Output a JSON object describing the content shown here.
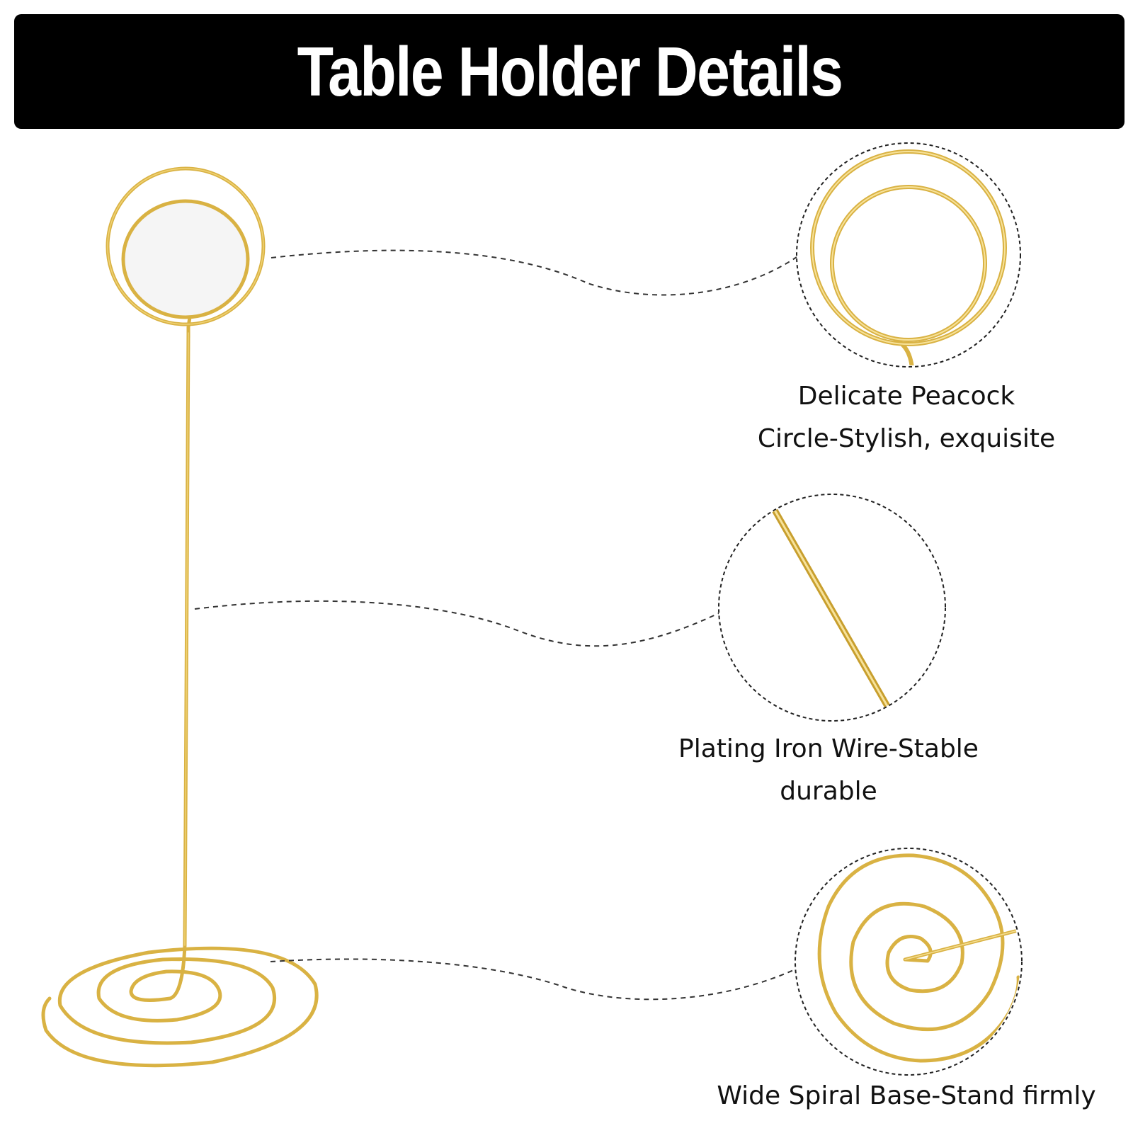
{
  "header": {
    "title": "Table Holder Details"
  },
  "features": [
    {
      "line1": "Delicate Peacock",
      "line2": "Circle-Stylish, exquisite",
      "icon": "ring-closeup-icon"
    },
    {
      "line1": "Plating Iron Wire-Stable",
      "line2": "durable",
      "icon": "wire-closeup-icon"
    },
    {
      "line1": "Wide Spiral Base-Stand firmly",
      "icon": "spiral-base-closeup-icon"
    }
  ],
  "colors": {
    "gold": "#d9b243",
    "gold_light": "#f2d57a",
    "banner": "#000000",
    "dash": "#333333"
  }
}
